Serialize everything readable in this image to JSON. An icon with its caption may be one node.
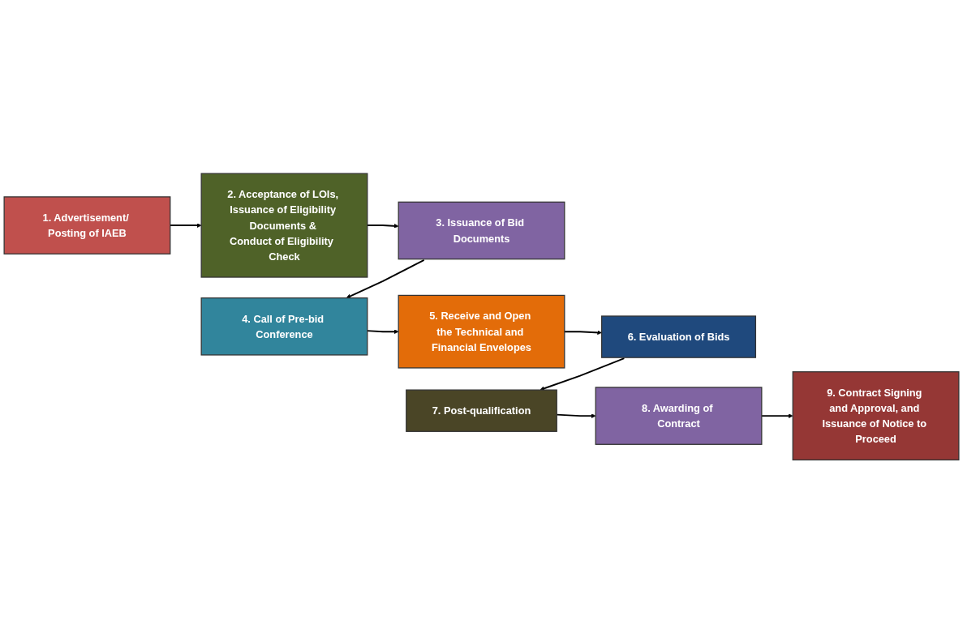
{
  "diagram": {
    "nodes": [
      {
        "text": [
          "1. Advertisement/ Posting of IAEB"
        ]
      },
      {
        "text": [
          "2. Acceptance of LOIs, Issuance of Eligibility Documents & Conduct of Eligibility  Check"
        ]
      },
      {
        "text": [
          "3. Issuance of Bid Documents"
        ]
      },
      {
        "text": [
          "4. Call of Pre-bid Conference"
        ]
      },
      {
        "text": [
          "5. Receive and Open the Technical and Financial Envelopes"
        ]
      },
      {
        "text": [
          "6. Evaluation of Bids"
        ]
      },
      {
        "text": [
          "7. Post-qualification"
        ]
      },
      {
        "text": [
          "8. Awarding of Contract"
        ]
      },
      {
        "text": [
          "9. Contract Signing and Approval, and Issuance of Notice to Proceed"
        ]
      }
    ],
    "edges": [
      {
        "from": 0,
        "to": 1,
        "arrow": "to"
      },
      {
        "from": 1,
        "to": 2,
        "arrow": "to"
      },
      {
        "from": 2,
        "to": 3,
        "arrow": "to"
      },
      {
        "from": 3,
        "to": 4,
        "arrow": "to"
      },
      {
        "from": 4,
        "to": 5,
        "arrow": "to"
      },
      {
        "from": 5,
        "to": 6,
        "arrow": "to"
      },
      {
        "from": 6,
        "to": 7,
        "arrow": "to"
      },
      {
        "from": 7,
        "to": 8,
        "arrow": "to"
      }
    ]
  }
}
